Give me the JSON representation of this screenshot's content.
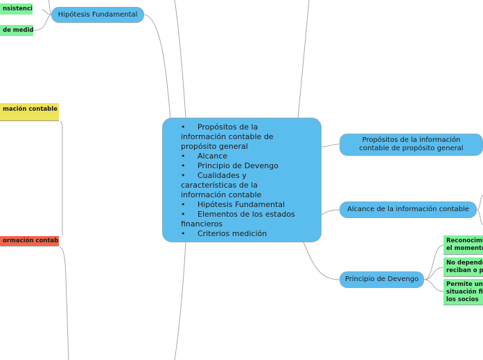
{
  "center_topic": {
    "bullet": "•",
    "lines": [
      {
        "kind": "bullet",
        "text": "Propósitos de la"
      },
      {
        "kind": "plain",
        "text": "información contable de"
      },
      {
        "kind": "plain",
        "text": "propósito general"
      },
      {
        "kind": "bullet",
        "text": "Alcance"
      },
      {
        "kind": "bullet",
        "text": "Principio de Devengo"
      },
      {
        "kind": "bullet",
        "text": "Cualidades y"
      },
      {
        "kind": "plain",
        "text": "características de la"
      },
      {
        "kind": "plain",
        "text": "información contable"
      },
      {
        "kind": "bullet",
        "text": "Hipótesis Fundamental"
      },
      {
        "kind": "bullet",
        "text": "Elementos de los estados"
      },
      {
        "kind": "plain",
        "text": "financieros"
      },
      {
        "kind": "bullet",
        "text": "Criterios medición"
      }
    ]
  },
  "main_topics": {
    "hipotesis": "Hipótesis Fundamental",
    "propositos": "Propósitos de la información contable de propósito general",
    "alcance": "Alcance de la información contable",
    "devengo": "Principio de Devengo"
  },
  "left_subtopics": {
    "consistencia": "nsistencia",
    "medida": "de medida",
    "yellow_partial": "mación contable",
    "red_partial": "ormación contable"
  },
  "devengo_subtopics": [
    {
      "line1": "Reconocimi",
      "line2": "el momento"
    },
    {
      "line1": "No depende",
      "line2": "reciban o p"
    },
    {
      "line1": "Permite una",
      "line2": "situación fin",
      "line3": "los socios"
    }
  ],
  "colors": {
    "main_topic": "#5bbdee",
    "subtopic_green": "#7ff29b",
    "subtopic_yellow": "#eee45a",
    "subtopic_red": "#f0654a",
    "connector": "#a8a8a8"
  }
}
